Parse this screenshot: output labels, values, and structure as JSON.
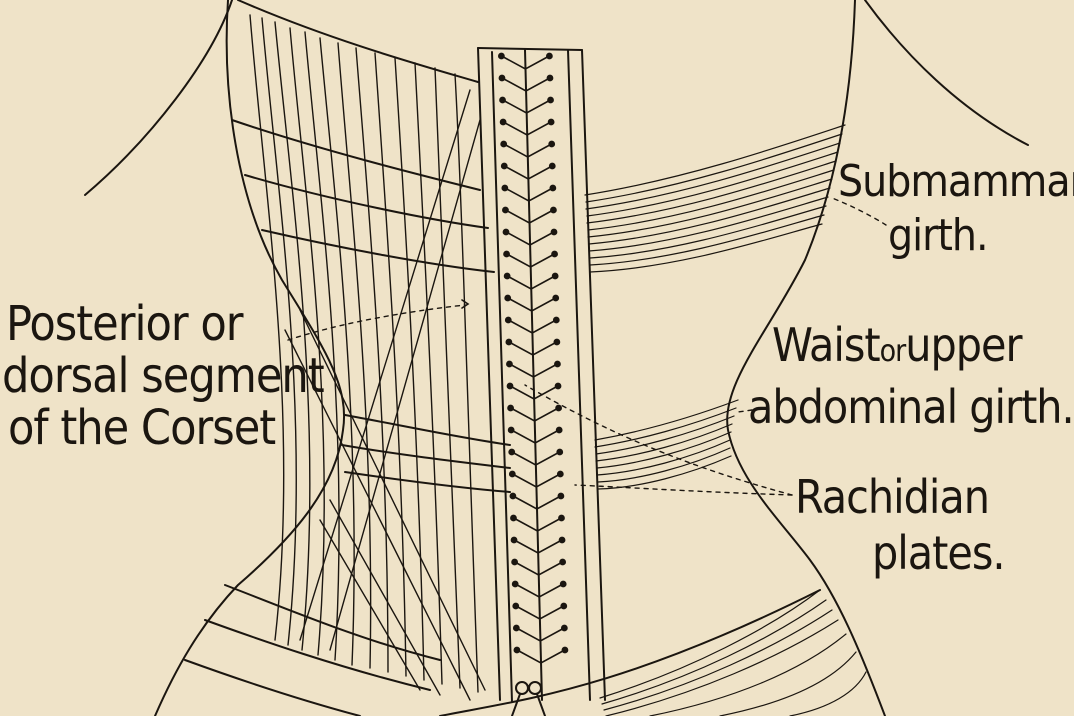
{
  "labels": {
    "posterior_line1": "Posterior or",
    "posterior_line2": "dorsal segment",
    "posterior_line3": "of the Corset",
    "submammary_line1": "Submammary",
    "submammary_line2": "girth.",
    "waist_word": "Waist",
    "waist_or": "or",
    "waist_upper": "upper",
    "waist_line2": "abdominal girth.",
    "rachidian_line1": "Rachidian",
    "rachidian_line2": "plates."
  },
  "colors": {
    "paper": "#efe3c8",
    "ink": "#1b1610"
  }
}
